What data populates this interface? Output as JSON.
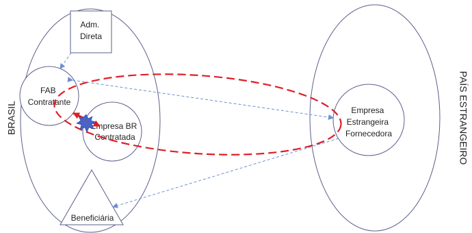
{
  "regions": {
    "left": "BRASIL",
    "right": "PAÍS ESTRANGEIRO"
  },
  "nodes": {
    "adm": [
      "Adm.",
      "Direta"
    ],
    "fab": [
      "FAB",
      "Contratante"
    ],
    "empresa_br": [
      "Empresa BR",
      "Contratada"
    ],
    "empresa_estrangeira": [
      "Empresa",
      "Estrangeira",
      "Fornecedora"
    ],
    "beneficiaria": "Beneficiária"
  },
  "colors": {
    "outline": "#5a5f8a",
    "dashed_arrow": "#6b8fd6",
    "red": "#dd1f26",
    "burst": "#4a63c4"
  }
}
